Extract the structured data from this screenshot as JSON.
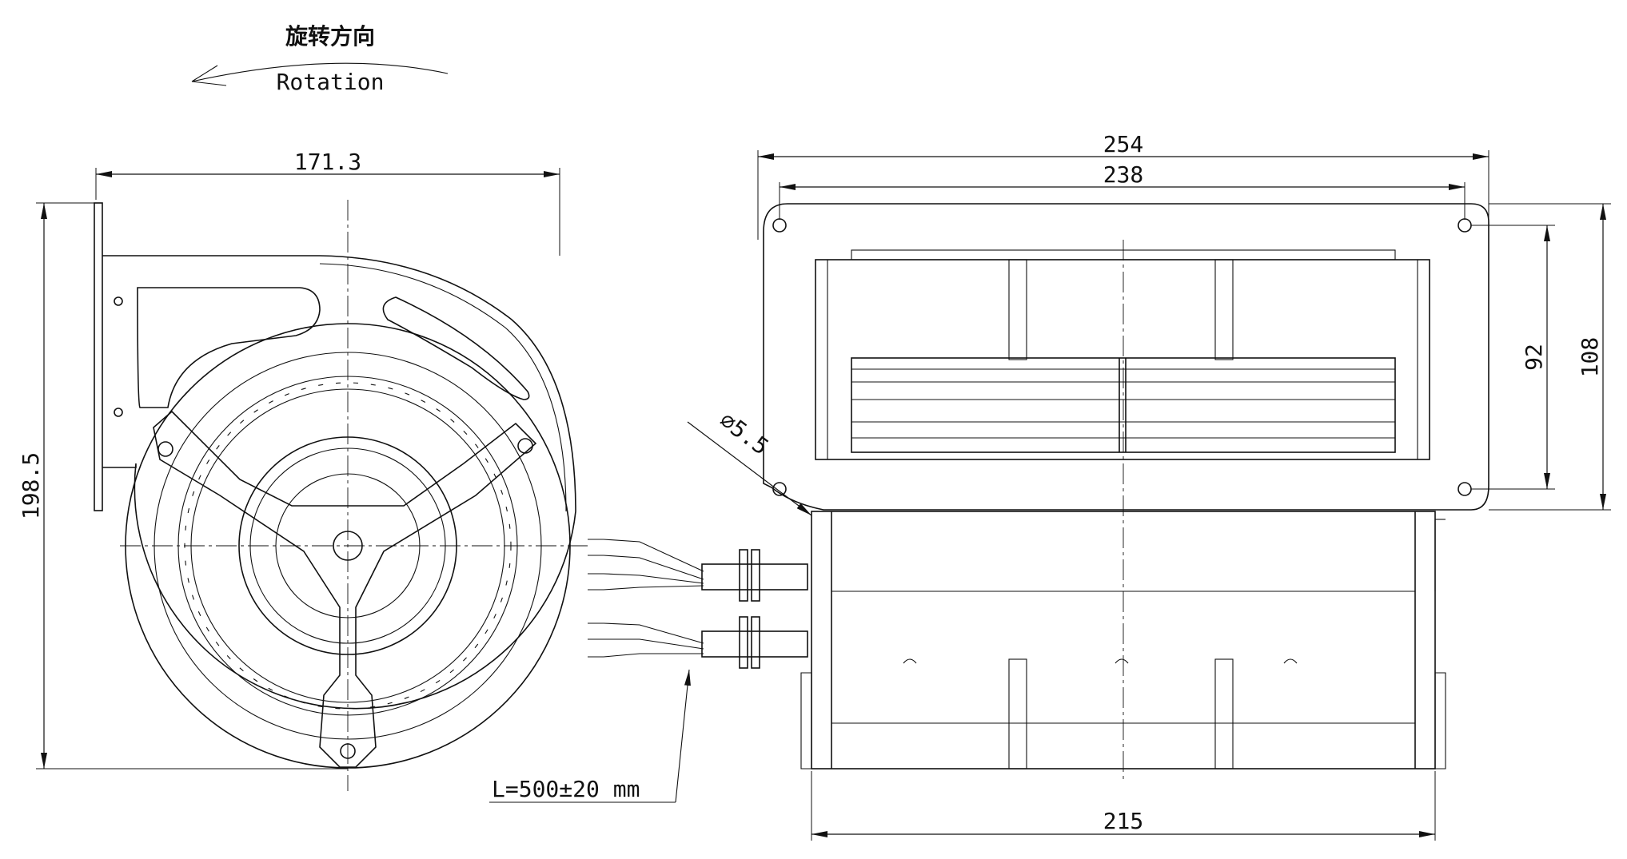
{
  "rotation": {
    "label_cn": "旋转方向",
    "label_en": "Rotation"
  },
  "front_view": {
    "dim_width": "171.3",
    "dim_height": "198.5"
  },
  "side_view": {
    "dim_overall_width": "254",
    "dim_hole_spacing_width": "238",
    "dim_hole_spacing_height": "92",
    "dim_flange_height": "108",
    "dim_hole_diameter": "⌀5.5",
    "dim_housing_width": "215"
  },
  "cable": {
    "length_label": "L=500±20 mm"
  }
}
